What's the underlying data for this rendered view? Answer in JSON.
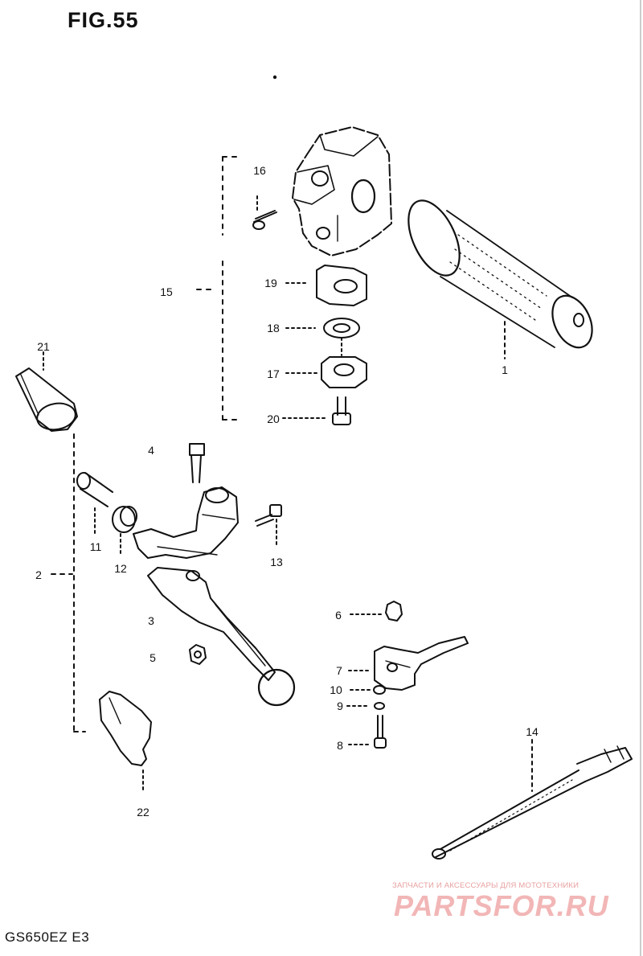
{
  "figure": {
    "title": "FIG.55",
    "model_code": "GS650EZ E3"
  },
  "watermark": {
    "line1": "ЗАПЧАСТИ И АКСЕССУАРЫ ДЛЯ МОТОТЕХНИКИ",
    "line2": "PARTSFOR.RU"
  },
  "parts": [
    {
      "id": "p1",
      "label": "1"
    },
    {
      "id": "p2",
      "label": "2"
    },
    {
      "id": "p3",
      "label": "3"
    },
    {
      "id": "p4",
      "label": "4"
    },
    {
      "id": "p5",
      "label": "5"
    },
    {
      "id": "p6",
      "label": "6"
    },
    {
      "id": "p7",
      "label": "7"
    },
    {
      "id": "p8",
      "label": "8"
    },
    {
      "id": "p9",
      "label": "9"
    },
    {
      "id": "p10",
      "label": "10"
    },
    {
      "id": "p11",
      "label": "11"
    },
    {
      "id": "p12",
      "label": "12"
    },
    {
      "id": "p13",
      "label": "13"
    },
    {
      "id": "p14",
      "label": "14"
    },
    {
      "id": "p15",
      "label": "15"
    },
    {
      "id": "p16",
      "label": "16"
    },
    {
      "id": "p17",
      "label": "17"
    },
    {
      "id": "p18",
      "label": "18"
    },
    {
      "id": "p19",
      "label": "19"
    },
    {
      "id": "p20",
      "label": "20"
    },
    {
      "id": "p21",
      "label": "21"
    },
    {
      "id": "p22",
      "label": "22"
    }
  ]
}
